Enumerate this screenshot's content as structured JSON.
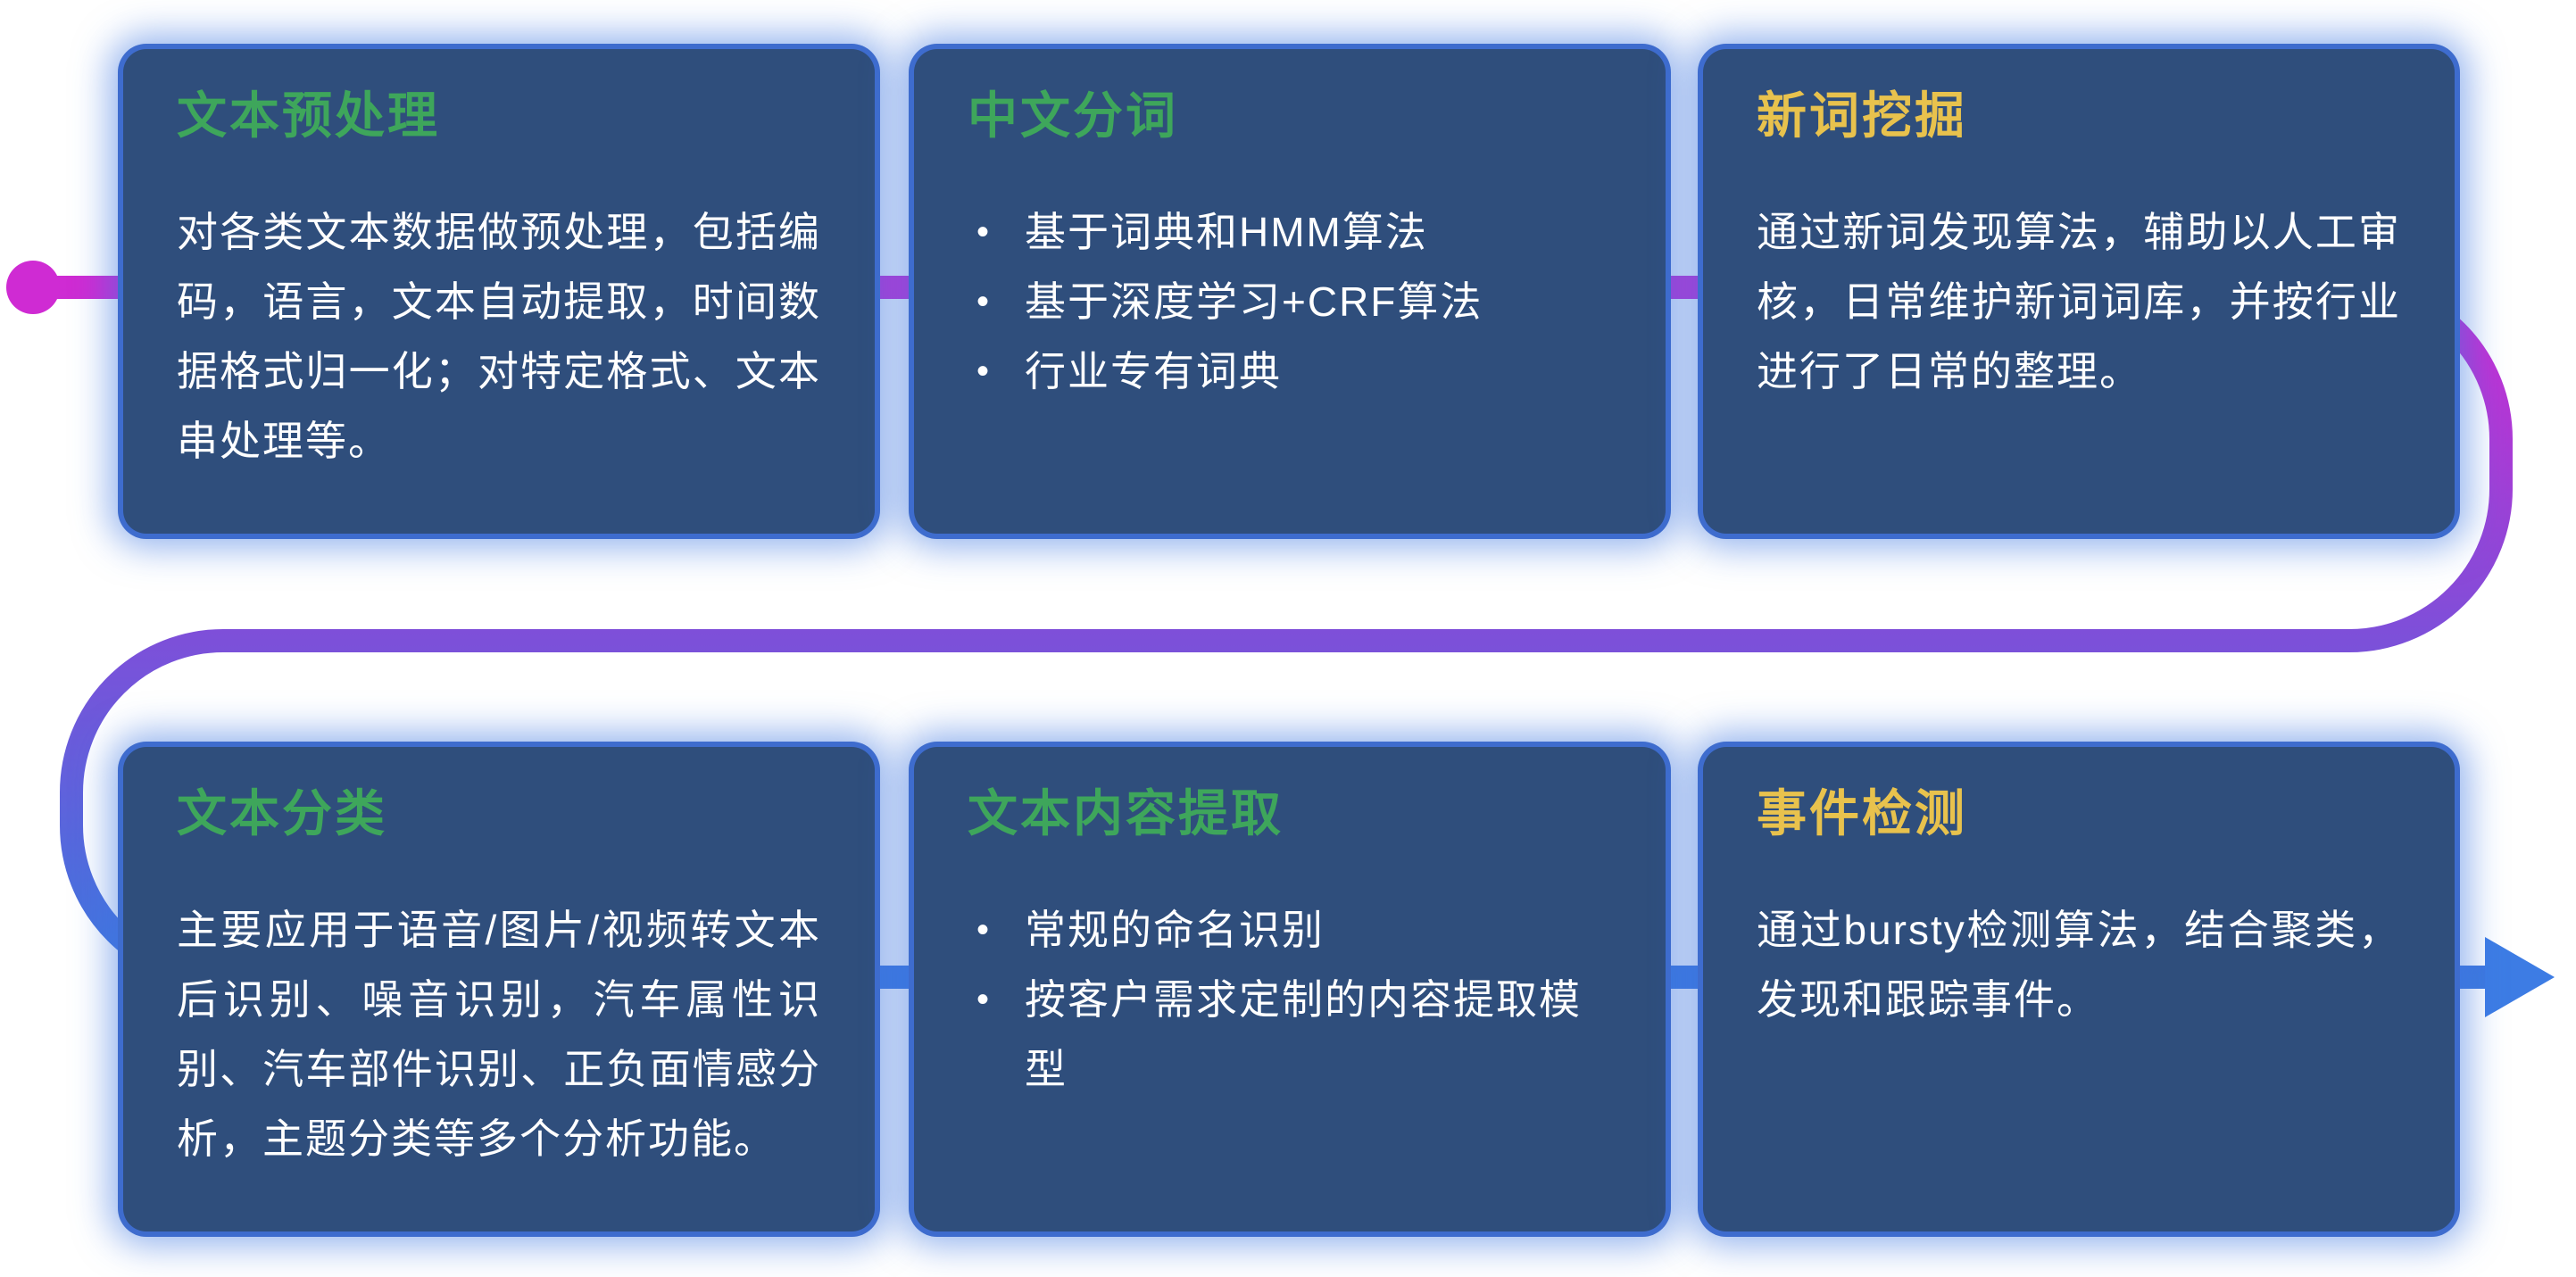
{
  "colors": {
    "background": "#ffffff",
    "card_background": "#2F4E7C",
    "card_glow": "#3E6CCE",
    "body_text": "#ffffff",
    "green": "#3EA65B",
    "yellow": "#E8C24D"
  },
  "flow": {
    "gradient": [
      "#CF2BD3",
      "#7E4FD9",
      "#3C78DF"
    ],
    "start_dot_color": "#CF2BD3",
    "arrow_color": "#3D7CE4"
  },
  "cards": [
    {
      "title": "文本预处理",
      "title_color": "green",
      "body": "对各类文本数据做预处理，包括编码，语言，文本自动提取，时间数据格式归一化；对特定格式、文本串处理等。"
    },
    {
      "title": "中文分词",
      "title_color": "green",
      "bullets": [
        "基于词典和HMM算法",
        "基于深度学习+CRF算法",
        "行业专有词典"
      ]
    },
    {
      "title": "新词挖掘",
      "title_color": "yellow",
      "body": "通过新词发现算法，辅助以人工审核，日常维护新词词库，并按行业进行了日常的整理。"
    },
    {
      "title": "文本分类",
      "title_color": "green",
      "body": "主要应用于语音/图片/视频转文本后识别、噪音识别，汽车属性识别、汽车部件识别、正负面情感分析，主题分类等多个分析功能。"
    },
    {
      "title": "文本内容提取",
      "title_color": "green",
      "bullets": [
        "常规的命名识别",
        "按客户需求定制的内容提取模型"
      ]
    },
    {
      "title": "事件检测",
      "title_color": "yellow",
      "body": "通过bursty检测算法，结合聚类，发现和跟踪事件。"
    }
  ]
}
